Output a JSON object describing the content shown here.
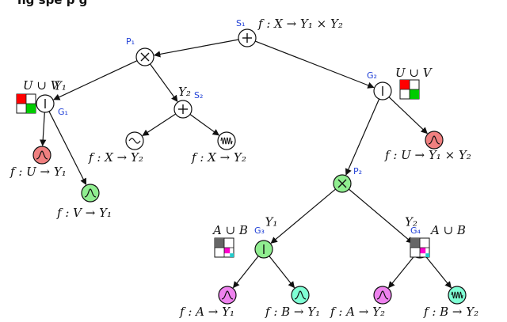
{
  "header": {
    "text": "ng spe                                                          p          g"
  },
  "colors": {
    "green": "#90ee90",
    "red": "#f08080",
    "pink": "#ee82ee",
    "cyan": "#7fffd4",
    "white": "#ffffff",
    "block_red": "#ff0000",
    "block_green": "#00cc00",
    "block_grey": "#666666",
    "block_magenta": "#ff00cc",
    "block_cyan": "#22cccc",
    "id_blue": "#1f3fd6"
  },
  "nodes": [
    {
      "id": "S1",
      "label": "S₁",
      "type": "sum",
      "fill": "white",
      "annot": "f : X → Y₁ × Y₂"
    },
    {
      "id": "P1",
      "label": "P₁",
      "type": "product",
      "fill": "white"
    },
    {
      "id": "G1",
      "label": "G₁",
      "type": "gate",
      "fill": "white",
      "block": "U ∪ V"
    },
    {
      "id": "S2",
      "label": "S₂",
      "type": "sum",
      "fill": "white"
    },
    {
      "id": "G2",
      "label": "G₂",
      "type": "gate",
      "fill": "white",
      "block": "U ∪ V"
    },
    {
      "id": "P2",
      "label": "P₂",
      "type": "product",
      "fill": "green"
    },
    {
      "id": "G3",
      "label": "G₃",
      "type": "gate",
      "fill": "green",
      "block": "A ∪ B"
    },
    {
      "id": "G4",
      "label": "G₄",
      "type": "gate",
      "fill": "green",
      "block": "A ∪ B"
    },
    {
      "id": "L1",
      "type": "gaussian",
      "fill": "red",
      "caption": "f : U → Y₁"
    },
    {
      "id": "L2",
      "type": "gaussian",
      "fill": "green",
      "caption": "f : V → Y₁"
    },
    {
      "id": "L3",
      "type": "sine",
      "fill": "white",
      "caption": "f : X → Y₂"
    },
    {
      "id": "L4",
      "type": "wave",
      "fill": "white",
      "caption": "f : X → Y₂"
    },
    {
      "id": "L5",
      "type": "gaussian",
      "fill": "red",
      "caption": "f : U → Y₁ × Y₂"
    },
    {
      "id": "L6",
      "type": "gaussian",
      "fill": "pink",
      "caption": "f : A → Y₁"
    },
    {
      "id": "L7",
      "type": "gaussian",
      "fill": "cyan",
      "caption": "f : B → Y₁"
    },
    {
      "id": "L8",
      "type": "gaussian",
      "fill": "pink",
      "caption": "f : A → Y₂"
    },
    {
      "id": "L9",
      "type": "wave",
      "fill": "cyan",
      "caption": "f : B → Y₂"
    }
  ],
  "edges": [
    {
      "from": "S1",
      "to": "P1"
    },
    {
      "from": "S1",
      "to": "G2"
    },
    {
      "from": "P1",
      "to": "G1",
      "label": "Y₁"
    },
    {
      "from": "P1",
      "to": "S2",
      "label": "Y₂"
    },
    {
      "from": "G1",
      "to": "L1"
    },
    {
      "from": "G1",
      "to": "L2"
    },
    {
      "from": "S2",
      "to": "L3"
    },
    {
      "from": "S2",
      "to": "L4"
    },
    {
      "from": "G2",
      "to": "P2"
    },
    {
      "from": "G2",
      "to": "L5"
    },
    {
      "from": "P2",
      "to": "G3",
      "label": "Y₁"
    },
    {
      "from": "P2",
      "to": "G4",
      "label": "Y₂"
    },
    {
      "from": "G3",
      "to": "L6"
    },
    {
      "from": "G3",
      "to": "L7"
    },
    {
      "from": "G4",
      "to": "L8"
    },
    {
      "from": "G4",
      "to": "L9"
    }
  ]
}
